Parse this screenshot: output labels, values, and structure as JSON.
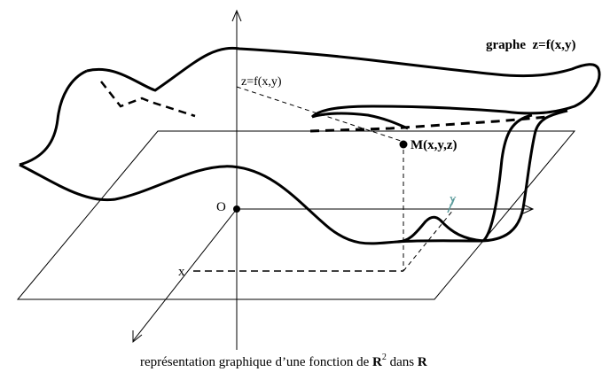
{
  "labels": {
    "graph_title": "graphe  z=f(x,y)",
    "z_label": "z=f(x,y)",
    "point_m": "M(x,y,z)",
    "origin": "O",
    "x_label": "x",
    "y_label": "y",
    "caption_text": "représentation graphique d’une fonction de ",
    "caption_r": "R",
    "caption_exp": "2",
    "caption_dans": " dans ",
    "caption_r2": "R"
  },
  "colors": {
    "ink": "#000000",
    "y_axis_accent": "#5a9a9a"
  }
}
